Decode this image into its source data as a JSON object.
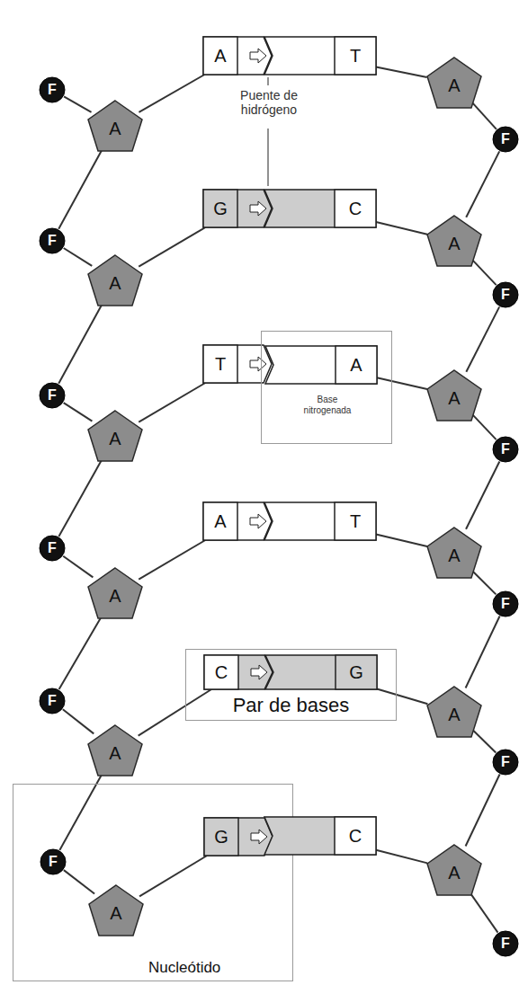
{
  "diagram": {
    "nodes": [
      {
        "text": [
          "F"
        ]
      },
      {
        "text": [
          "A"
        ]
      },
      {
        "text": [
          "A"
        ]
      },
      {
        "text": [
          "T"
        ]
      },
      {
        "text": [
          "A"
        ]
      },
      {
        "text": [
          "F"
        ]
      },
      {
        "text": [
          "F"
        ]
      },
      {
        "text": [
          "A"
        ]
      },
      {
        "text": [
          "G"
        ]
      },
      {
        "text": [
          "C"
        ]
      },
      {
        "text": [
          "A"
        ]
      },
      {
        "text": [
          "F"
        ]
      },
      {
        "text": [
          "F"
        ]
      },
      {
        "text": [
          "A"
        ]
      },
      {
        "text": [
          "T"
        ]
      },
      {
        "text": [
          "Base nitrogenada"
        ]
      },
      {
        "text": [
          "A"
        ],
        "in": 15
      },
      {
        "text": [
          "A"
        ]
      },
      {
        "text": [
          "F"
        ]
      },
      {
        "text": [
          "F"
        ]
      },
      {
        "text": [
          "A"
        ]
      },
      {
        "text": [
          "A"
        ]
      },
      {
        "text": [
          "T"
        ]
      },
      {
        "text": [
          "A"
        ]
      },
      {
        "text": [
          "F"
        ]
      },
      {
        "text": [
          "F"
        ]
      },
      {
        "text": [
          "A"
        ]
      },
      {
        "text": [
          "Par de bases"
        ]
      },
      {
        "text": [
          "C"
        ],
        "in": 27
      },
      {
        "text": [
          "G"
        ],
        "in": 27
      },
      {
        "text": [
          "A"
        ]
      },
      {
        "text": [
          "F"
        ]
      },
      {
        "text": [
          "Nucleótido"
        ]
      },
      {
        "text": [
          "F"
        ],
        "in": 32
      },
      {
        "text": [
          "A"
        ],
        "in": 32
      },
      {
        "text": [
          "G"
        ],
        "in": 32
      },
      {
        "text": [
          "C"
        ]
      },
      {
        "text": [
          "A"
        ]
      },
      {
        "text": [
          "F"
        ]
      }
    ],
    "edges": [
      {
        "from": 0,
        "to": 1,
        "arrow": "none"
      },
      {
        "from": 1,
        "to": 2,
        "arrow": "none"
      },
      {
        "from": 1,
        "to": 6,
        "arrow": "none"
      },
      {
        "from": 3,
        "to": 4,
        "arrow": "none"
      },
      {
        "from": 4,
        "to": 5,
        "arrow": "none"
      },
      {
        "from": 5,
        "to": 10,
        "arrow": "none"
      },
      {
        "from": 6,
        "to": 7,
        "arrow": "none"
      },
      {
        "from": 7,
        "to": 8,
        "arrow": "none"
      },
      {
        "from": 7,
        "to": 12,
        "arrow": "none"
      },
      {
        "from": 9,
        "to": 10,
        "arrow": "none"
      },
      {
        "from": 10,
        "to": 11,
        "arrow": "none"
      },
      {
        "from": 11,
        "to": 17,
        "arrow": "none"
      },
      {
        "from": 12,
        "to": 13,
        "arrow": "none"
      },
      {
        "from": 13,
        "to": 14,
        "arrow": "none"
      },
      {
        "from": 13,
        "to": 19,
        "arrow": "none"
      },
      {
        "from": 16,
        "to": 17,
        "arrow": "none"
      },
      {
        "from": 17,
        "to": 18,
        "arrow": "none"
      },
      {
        "from": 18,
        "to": 23,
        "arrow": "none"
      },
      {
        "from": 19,
        "to": 20,
        "arrow": "none"
      },
      {
        "from": 20,
        "to": 21,
        "arrow": "none"
      },
      {
        "from": 20,
        "to": 25,
        "arrow": "none"
      },
      {
        "from": 22,
        "to": 23,
        "arrow": "none"
      },
      {
        "from": 23,
        "to": 24,
        "arrow": "none"
      },
      {
        "from": 24,
        "to": 30,
        "arrow": "none"
      },
      {
        "from": 25,
        "to": 26,
        "arrow": "none"
      },
      {
        "from": 26,
        "to": 28,
        "arrow": "none"
      },
      {
        "from": 26,
        "to": 33,
        "arrow": "none"
      },
      {
        "from": 29,
        "to": 30,
        "arrow": "none"
      },
      {
        "from": 30,
        "to": 31,
        "arrow": "none"
      },
      {
        "from": 31,
        "to": 37,
        "arrow": "none"
      },
      {
        "from": 33,
        "to": 34,
        "arrow": "none"
      },
      {
        "from": 34,
        "to": 35,
        "arrow": "none"
      },
      {
        "from": 36,
        "to": 37,
        "arrow": "none"
      },
      {
        "from": 37,
        "to": 38,
        "arrow": "none"
      }
    ],
    "labels": [
      "Puente de hidrógeno"
    ]
  }
}
